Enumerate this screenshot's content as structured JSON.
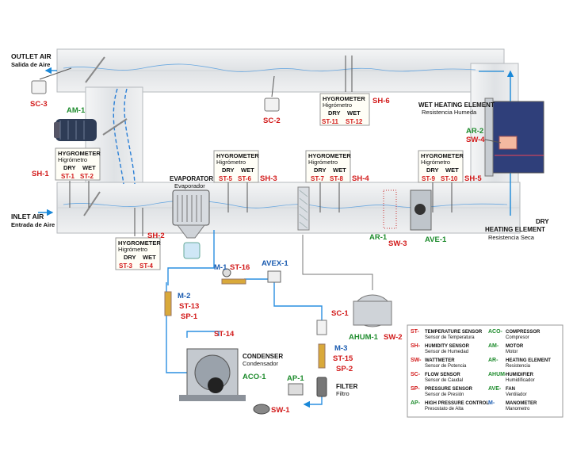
{
  "colors": {
    "red": "#d21a1a",
    "green": "#1d8b2c",
    "blue": "#1a5bb0",
    "duct": "#e6e8ea",
    "panel": "#2f3f7a"
  },
  "outlet": {
    "title": "OUTLET AIR",
    "subtitle": "Salida de Aire"
  },
  "inlet": {
    "title": "INLET AIR",
    "subtitle": "Entrada de Aire"
  },
  "wet_heater": {
    "title": "WET HEATING ELEMENT",
    "subtitle": "Resistencia Humeda"
  },
  "dry_heater": {
    "title1": "DRY",
    "title2": "HEATING ELEMENT",
    "subtitle": "Resistencia Seca"
  },
  "evaporator": {
    "title": "EVAPORATOR",
    "subtitle": "Evaporador"
  },
  "condenser": {
    "title": "CONDENSER",
    "subtitle": "Condensador"
  },
  "filter": {
    "title": "FILTER",
    "subtitle": "Filtro"
  },
  "hygrometer": {
    "title": "HYGROMETER",
    "subtitle": "Higrómetro",
    "dry": "DRY",
    "wet": "WET"
  },
  "tags": {
    "sc3": "SC-3",
    "am1": "AM-1",
    "sh1": "SH-1",
    "st1": "ST-1",
    "st2": "ST-2",
    "sh2": "SH-2",
    "st3": "ST-3",
    "st4": "ST-4",
    "st5": "ST-5",
    "st6": "ST-6",
    "sh3": "SH-3",
    "st7": "ST-7",
    "st8": "ST-8",
    "sh4": "SH-4",
    "st9": "ST-9",
    "st10": "ST-10",
    "sh5": "SH-5",
    "st11": "ST-11",
    "st12": "ST-12",
    "sh6": "SH-6",
    "sc2": "SC-2",
    "ar2": "AR-2",
    "sw4": "SW-4",
    "ar1": "AR-1",
    "sw3": "SW-3",
    "ave1": "AVE-1",
    "m1": "M-1",
    "st16": "ST-16",
    "avex1": "AVEX-1",
    "m2": "M-2",
    "st13": "ST-13",
    "sp1": "SP-1",
    "st14": "ST-14",
    "aco1": "ACO-1",
    "ap1": "AP-1",
    "sw1": "SW-1",
    "sc1": "SC-1",
    "m3": "M-3",
    "st15": "ST-15",
    "sp2": "SP-2",
    "ahum1": "AHUM-1",
    "sw2": "SW-2"
  },
  "legend": [
    {
      "code": "ST-",
      "en": "TEMPERATURE SENSOR",
      "es": "Sensor de Temperatura"
    },
    {
      "code": "SH-",
      "en": "HUMIDITY SENSOR",
      "es": "Sensor de Humedad"
    },
    {
      "code": "SW-",
      "en": "WATTMETER",
      "es": "Sensor de Potencia"
    },
    {
      "code": "SC-",
      "en": "FLOW SENSOR",
      "es": "Sensor de Caudal"
    },
    {
      "code": "SP-",
      "en": "PRESSURE SENSOR",
      "es": "Sensor de Presión"
    },
    {
      "code": "AP-",
      "en": "HIGH PRESSURE CONTROL",
      "es": "Presostato de Alta"
    },
    {
      "code": "ACO-",
      "en": "COMPRESSOR",
      "es": "Compresor"
    },
    {
      "code": "AM-",
      "en": "MOTOR",
      "es": "Motor"
    },
    {
      "code": "AR-",
      "en": "HEATING ELEMENT",
      "es": "Resistencia"
    },
    {
      "code": "AHUM-",
      "en": "HUMIDIFIER",
      "es": "Humidificador"
    },
    {
      "code": "AVE-",
      "en": "FAN",
      "es": "Ventilador"
    },
    {
      "code": "M-",
      "en": "MANOMETER",
      "es": "Manometro"
    }
  ]
}
